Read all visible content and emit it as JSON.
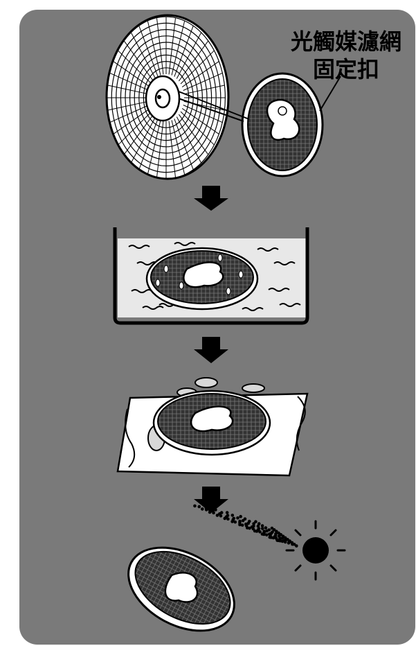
{
  "callout": {
    "line1": "光觸媒濾網",
    "line2": "固定扣"
  },
  "colors": {
    "panel": "#7a7a7a",
    "ink": "#000000",
    "paper": "#ffffff",
    "water": "#e6e6e6",
    "mesh": "#2b2b2b"
  },
  "steps": [
    {
      "name": "remove-filter-clip-from-fan-grille"
    },
    {
      "name": "soak-filter-in-water"
    },
    {
      "name": "dry-filter-on-cloth"
    },
    {
      "name": "dry-filter-in-sunlight"
    }
  ]
}
